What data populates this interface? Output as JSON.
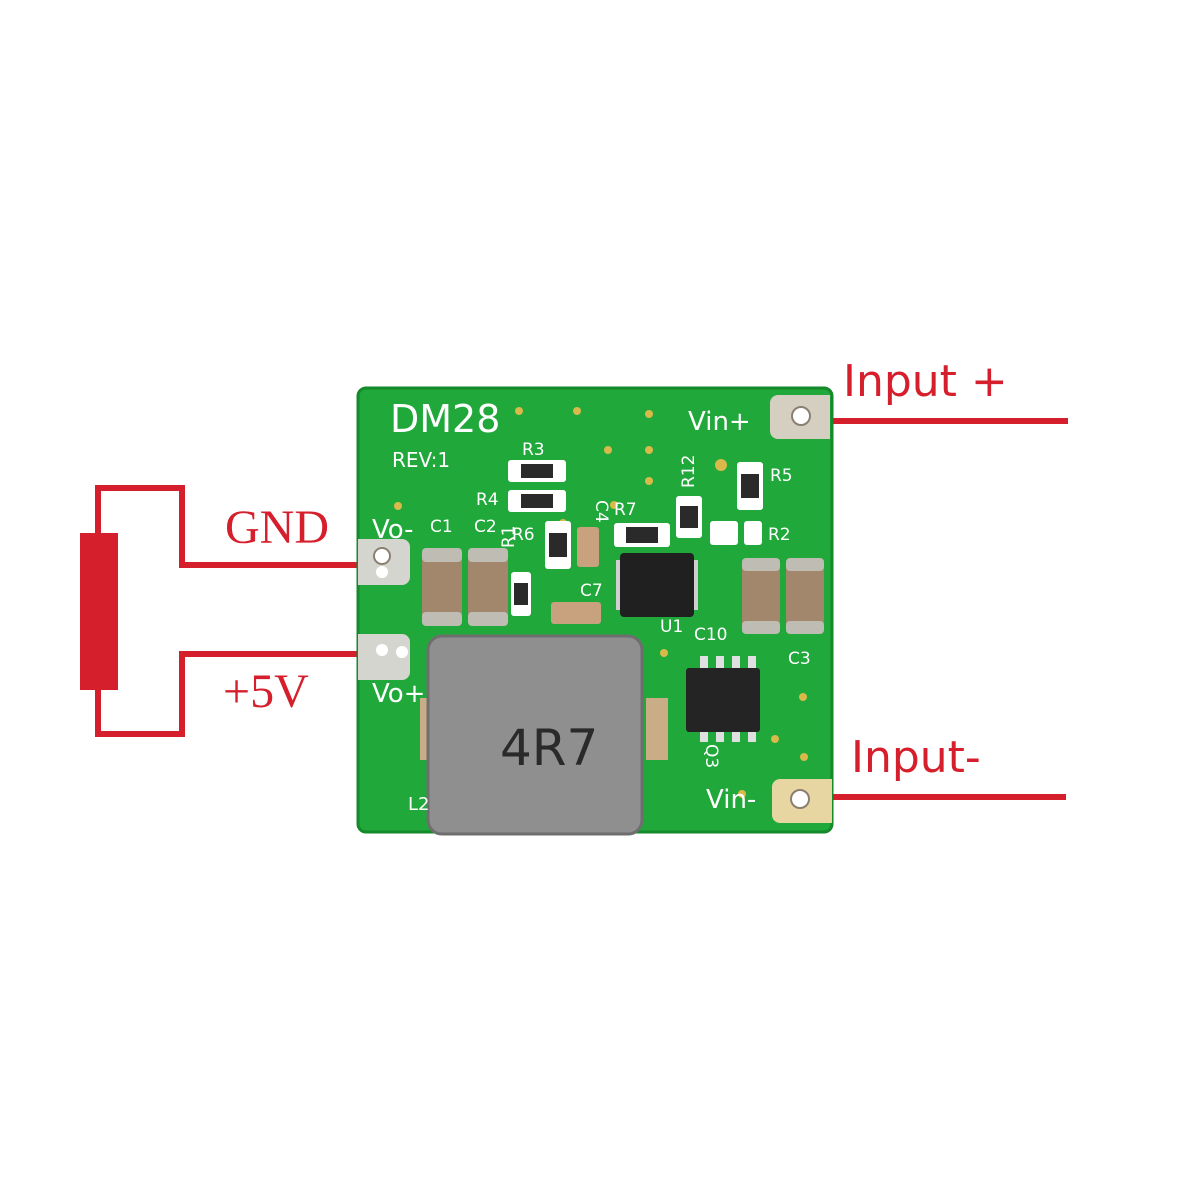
{
  "annotations": {
    "gnd": "GND",
    "plus_5v": "+5V",
    "input_plus": "Input +",
    "input_minus": "Input-"
  },
  "board": {
    "model": "DM28",
    "revision": "REV:1",
    "pins": {
      "vin_plus": "Vin+",
      "vin_minus": "Vin-",
      "vo_minus": "Vo-",
      "vo_plus": "Vo+"
    },
    "inductor": {
      "marking": "4R7",
      "designator": "L2"
    },
    "silkscreen": {
      "c1": "C1",
      "c2": "C2",
      "c3": "C3",
      "c4": "C4",
      "c7": "C7",
      "c10": "C10",
      "r1": "R1",
      "r2": "R2",
      "r3": "R3",
      "r4": "R4",
      "r5": "R5",
      "r6": "R6",
      "r7": "R7",
      "r12": "R12",
      "u1": "U1",
      "q3": "Q3"
    }
  },
  "colors": {
    "pcb_green": "#20a83a",
    "silkscreen": "#ffffff",
    "annotation_red": "#d61f2c",
    "inductor_gray": "#8f8f8f",
    "capacitor_tan": "#a2876c",
    "ic_black": "#202020"
  }
}
